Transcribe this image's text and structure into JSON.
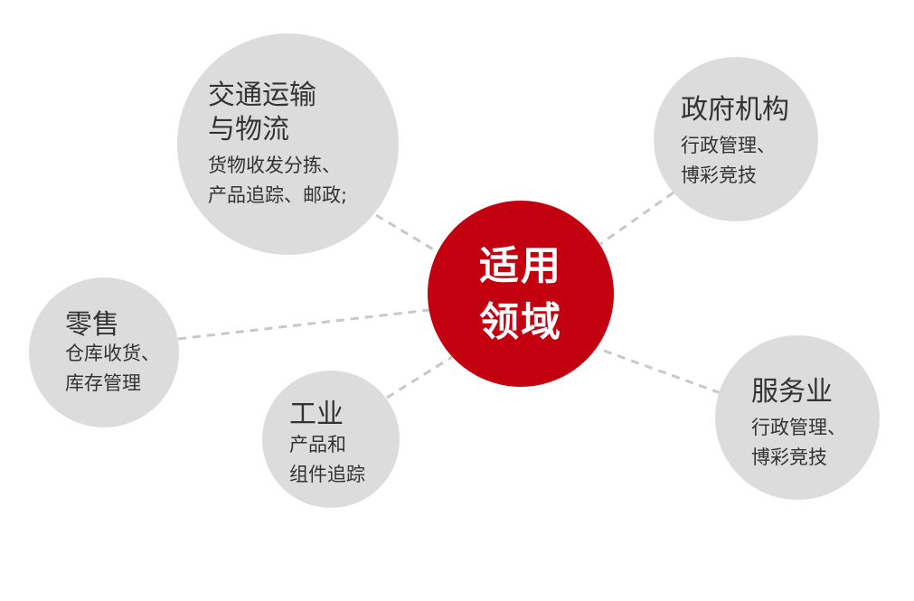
{
  "center": {
    "line1": "适用",
    "line2": "领域"
  },
  "nodes": {
    "transport": {
      "title_line1": "交通运输",
      "title_line2": "与物流",
      "desc_line1": "货物收发分拣、",
      "desc_line2": "产品追踪、邮政;"
    },
    "government": {
      "title": "政府机构",
      "desc_line1": "行政管理、",
      "desc_line2": "博彩竞技"
    },
    "retail": {
      "title": "零售",
      "desc_line1": "仓库收货、",
      "desc_line2": "库存管理"
    },
    "industry": {
      "title": "工业",
      "desc_line1": "产品和",
      "desc_line2": "组件追踪"
    },
    "service": {
      "title": "服务业",
      "desc_line1": "行政管理、",
      "desc_line2": "博彩竞技"
    }
  },
  "colors": {
    "center_fill": "#c3000f",
    "node_fill": "#dcdcdc",
    "connector": "#c8c8c8",
    "text": "#333333"
  }
}
